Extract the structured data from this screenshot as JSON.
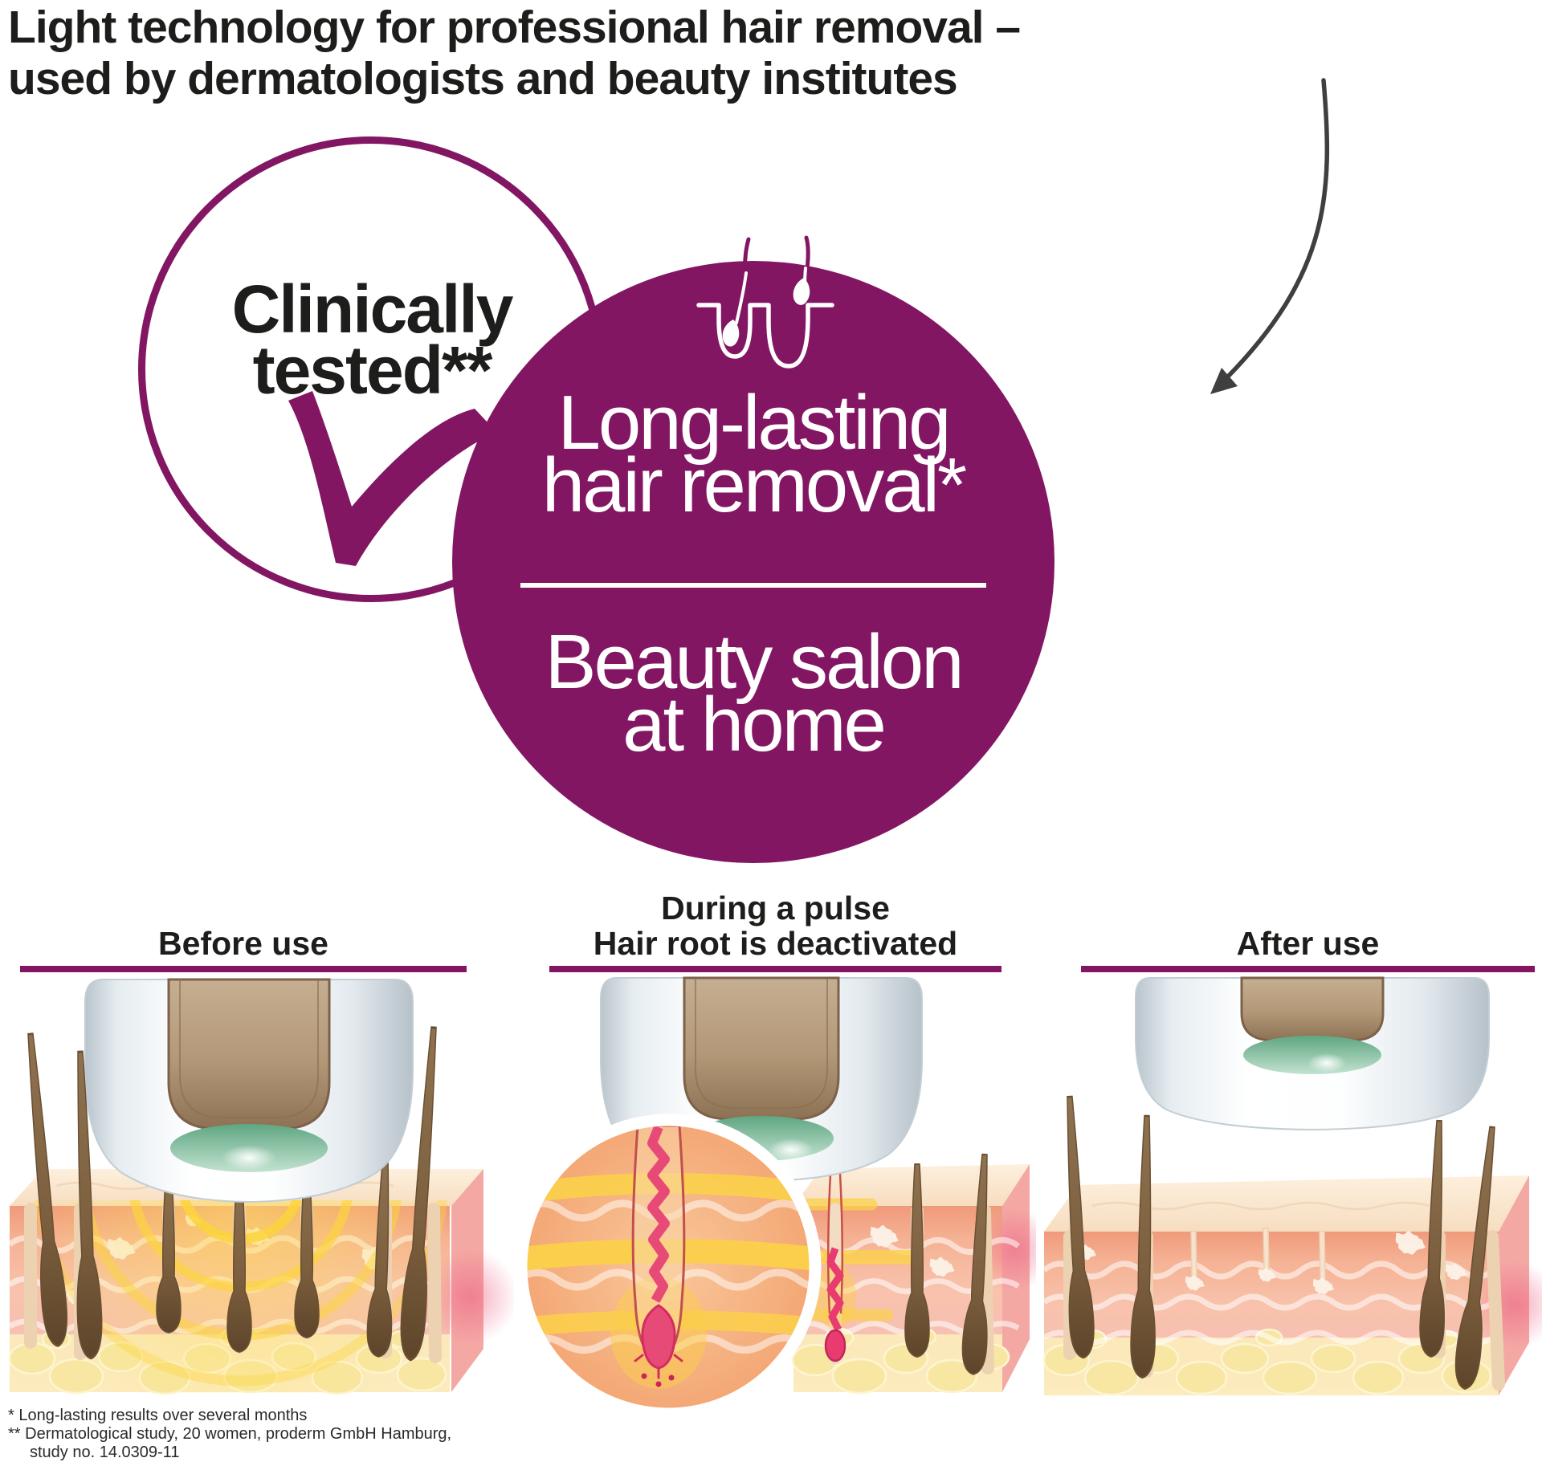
{
  "colors": {
    "accent": "#821663",
    "arrow_gray": "#3f3f3f",
    "text_dark": "#1d1d1b"
  },
  "heading": {
    "line1": "Light technology for professional hair removal –",
    "line2": "used by dermatologists and beauty institutes"
  },
  "clinical_badge": {
    "line1": "Clinically",
    "line2": "tested**"
  },
  "benefit_circle": {
    "benefit_line1": "Long-lasting",
    "benefit_line2": "hair removal*",
    "tagline_line1": "Beauty salon",
    "tagline_line2": "at home"
  },
  "panels": {
    "before": {
      "label": "Before use"
    },
    "during": {
      "label_line1": "During a pulse",
      "label_line2": "Hair root is deactivated"
    },
    "after": {
      "label": "After use"
    }
  },
  "footnotes": {
    "line1": "* Long-lasting results over several months",
    "line2": "** Dermatological study, 20 women, proderm GmbH Hamburg,",
    "line3": "study no. 14.0309-11"
  }
}
